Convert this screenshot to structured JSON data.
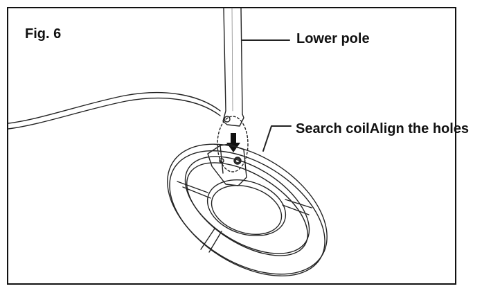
{
  "figure": {
    "label": "Fig. 6",
    "callouts": {
      "lower_pole": "Lower pole",
      "search_coil": "Search coil",
      "align_holes": "Align the holes"
    }
  }
}
